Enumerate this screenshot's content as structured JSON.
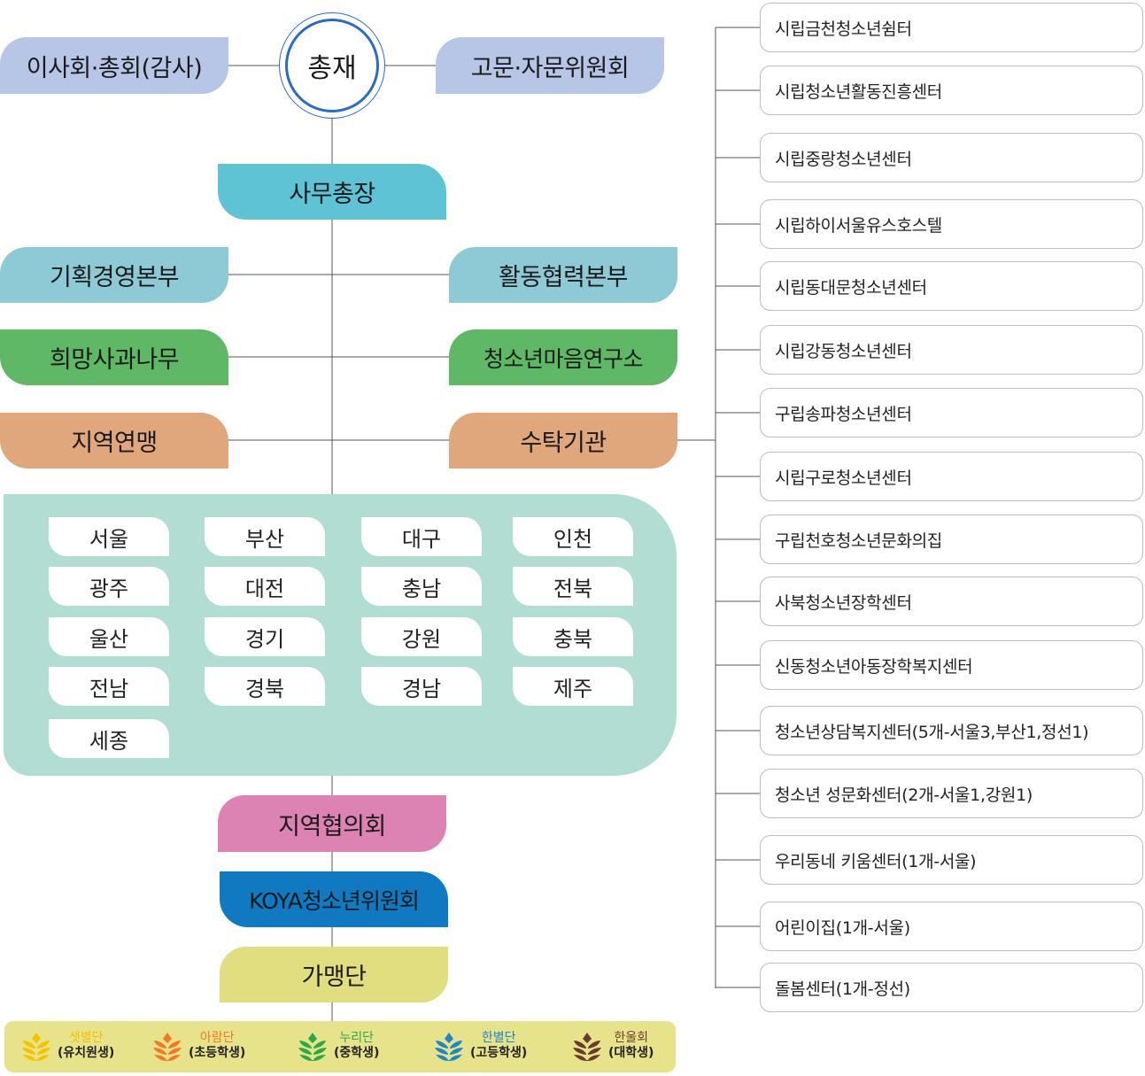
{
  "top": {
    "center": "총재",
    "left": "이사회·총회(감사)",
    "right": "고문·자문위원회"
  },
  "secretary": "사무총장",
  "divisions": {
    "planning": "기획경영본부",
    "activity": "활동협력본부",
    "hope": "희망사과나무",
    "institute": "청소년마음연구소",
    "federation": "지역연맹",
    "trust": "수탁기관"
  },
  "regions": [
    "서울",
    "부산",
    "대구",
    "인천",
    "광주",
    "대전",
    "충남",
    "전북",
    "울산",
    "경기",
    "강원",
    "충북",
    "전남",
    "경북",
    "경남",
    "제주",
    "세종"
  ],
  "lower": {
    "council": "지역협의회",
    "koya": "KOYA청소년위원회",
    "gamaeng": "가맹단"
  },
  "trust_list": [
    "시립금천청소년쉼터",
    "시립청소년활동진흥센터",
    "시립중랑청소년센터",
    "시립하이서울유스호스텔",
    "시립동대문청소년센터",
    "시립강동청소년센터",
    "구립송파청소년센터",
    "시립구로청소년센터",
    "구립천호청소년문화의집",
    "사북청소년장학센터",
    "신동청소년아동장학복지센터",
    "청소년상담복지센터(5개-서울3,부산1,정선1)",
    "청소년 성문화센터(2개-서울1,강원1)",
    "우리동네 키움센터(1개-서울)",
    "어린이집(1개-서울)",
    "돌봄센터(1개-정선)"
  ],
  "legend": [
    {
      "name": "샛별단",
      "sub": "(유치원생)",
      "color": "#f5c200"
    },
    {
      "name": "아람단",
      "sub": "(초등학생)",
      "color": "#f07b24"
    },
    {
      "name": "누리단",
      "sub": "(중학생)",
      "color": "#2aa84a"
    },
    {
      "name": "한별단",
      "sub": "(고등학생)",
      "color": "#1f86c8"
    },
    {
      "name": "한울회",
      "sub": "(대학생)",
      "color": "#6b3a2a"
    }
  ],
  "colors": {
    "board": "#b7c6e6",
    "secretary": "#5ec3d4",
    "division_blue": "#8ecad6",
    "division_green": "#5fb865",
    "division_orange": "#e0a67c",
    "region_bg": "#b2ddd2",
    "council": "#dd83b4",
    "koya": "#0f79c2",
    "gamaeng": "#e1de80"
  }
}
